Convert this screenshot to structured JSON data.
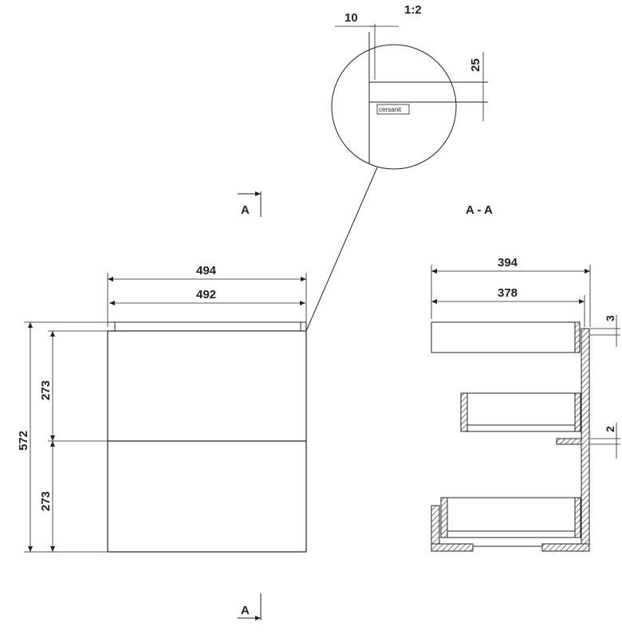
{
  "detail": {
    "scale": "1:2",
    "dim_offset": "10",
    "dim_height": "25",
    "brand_label": "cersanit"
  },
  "section_marks": {
    "top_marker": "A",
    "bottom_marker": "A",
    "section_title": "A - A"
  },
  "front_view": {
    "width_outer": "494",
    "width_inner": "492",
    "total_height": "572",
    "drawer_upper_height": "273",
    "drawer_lower_height": "273"
  },
  "side_view": {
    "depth_outer": "394",
    "depth_inner": "378",
    "gap_top": "3",
    "gap_middle": "2"
  }
}
